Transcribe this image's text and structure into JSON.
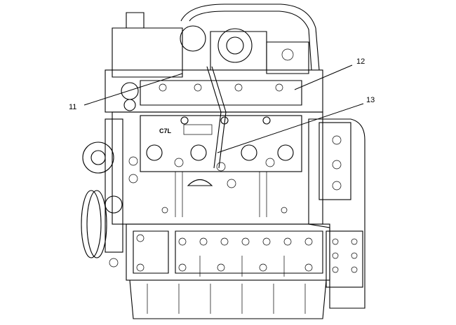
{
  "callouts": [
    {
      "id": "11",
      "label": "11"
    },
    {
      "id": "12",
      "label": "12"
    },
    {
      "id": "13",
      "label": "13"
    }
  ],
  "engine_marking": "C7L"
}
